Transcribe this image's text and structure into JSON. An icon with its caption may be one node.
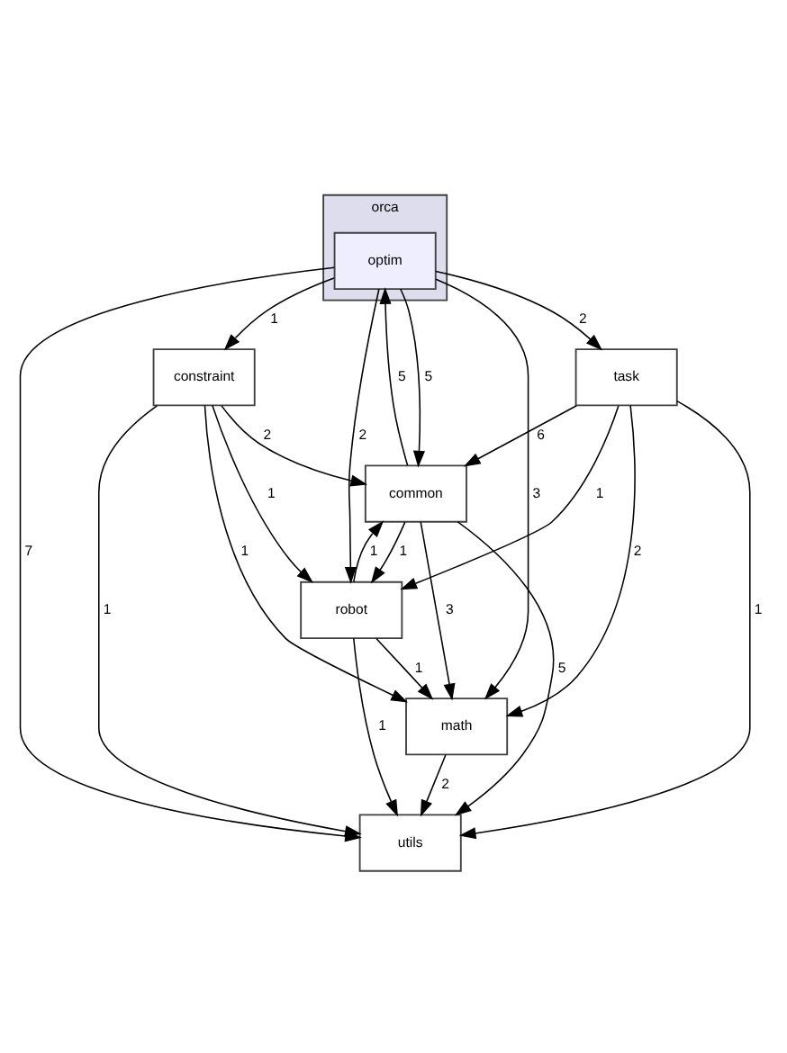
{
  "diagram": {
    "nodes": [
      {
        "text": [
          "orca"
        ]
      },
      {
        "text": [
          "optim"
        ],
        "in": 0
      },
      {
        "text": [
          "constraint"
        ]
      },
      {
        "text": [
          "task"
        ]
      },
      {
        "text": [
          "common"
        ]
      },
      {
        "text": [
          "robot"
        ]
      },
      {
        "text": [
          "math"
        ]
      },
      {
        "text": [
          "utils"
        ]
      }
    ],
    "edges": [
      {
        "from": 1,
        "to": 2,
        "arrow": "to",
        "label": "1"
      },
      {
        "from": 1,
        "to": 3,
        "arrow": "to",
        "label": "2"
      },
      {
        "from": 1,
        "to": 4,
        "arrow": "to",
        "label": "5"
      },
      {
        "from": 1,
        "to": 5,
        "arrow": "to",
        "label": "2"
      },
      {
        "from": 1,
        "to": 6,
        "arrow": "to",
        "label": "3"
      },
      {
        "from": 1,
        "to": 7,
        "arrow": "to",
        "label": "7"
      },
      {
        "from": 4,
        "to": 1,
        "arrow": "to",
        "label": "5"
      },
      {
        "from": 2,
        "to": 4,
        "arrow": "to",
        "label": "2"
      },
      {
        "from": 2,
        "to": 5,
        "arrow": "to",
        "label": "1"
      },
      {
        "from": 2,
        "to": 6,
        "arrow": "to",
        "label": "1"
      },
      {
        "from": 2,
        "to": 7,
        "arrow": "to",
        "label": "1"
      },
      {
        "from": 3,
        "to": 4,
        "arrow": "to",
        "label": "6"
      },
      {
        "from": 3,
        "to": 5,
        "arrow": "to",
        "label": "1"
      },
      {
        "from": 3,
        "to": 6,
        "arrow": "to",
        "label": "2"
      },
      {
        "from": 3,
        "to": 7,
        "arrow": "to",
        "label": "1"
      },
      {
        "from": 4,
        "to": 5,
        "arrow": "to",
        "label": "1"
      },
      {
        "from": 4,
        "to": 6,
        "arrow": "to",
        "label": "3"
      },
      {
        "from": 4,
        "to": 7,
        "arrow": "to",
        "label": "5"
      },
      {
        "from": 5,
        "to": 4,
        "arrow": "to",
        "label": "1"
      },
      {
        "from": 5,
        "to": 6,
        "arrow": "to",
        "label": "1"
      },
      {
        "from": 5,
        "to": 7,
        "arrow": "to",
        "label": "1"
      },
      {
        "from": 6,
        "to": 7,
        "arrow": "to",
        "label": "2"
      }
    ]
  }
}
